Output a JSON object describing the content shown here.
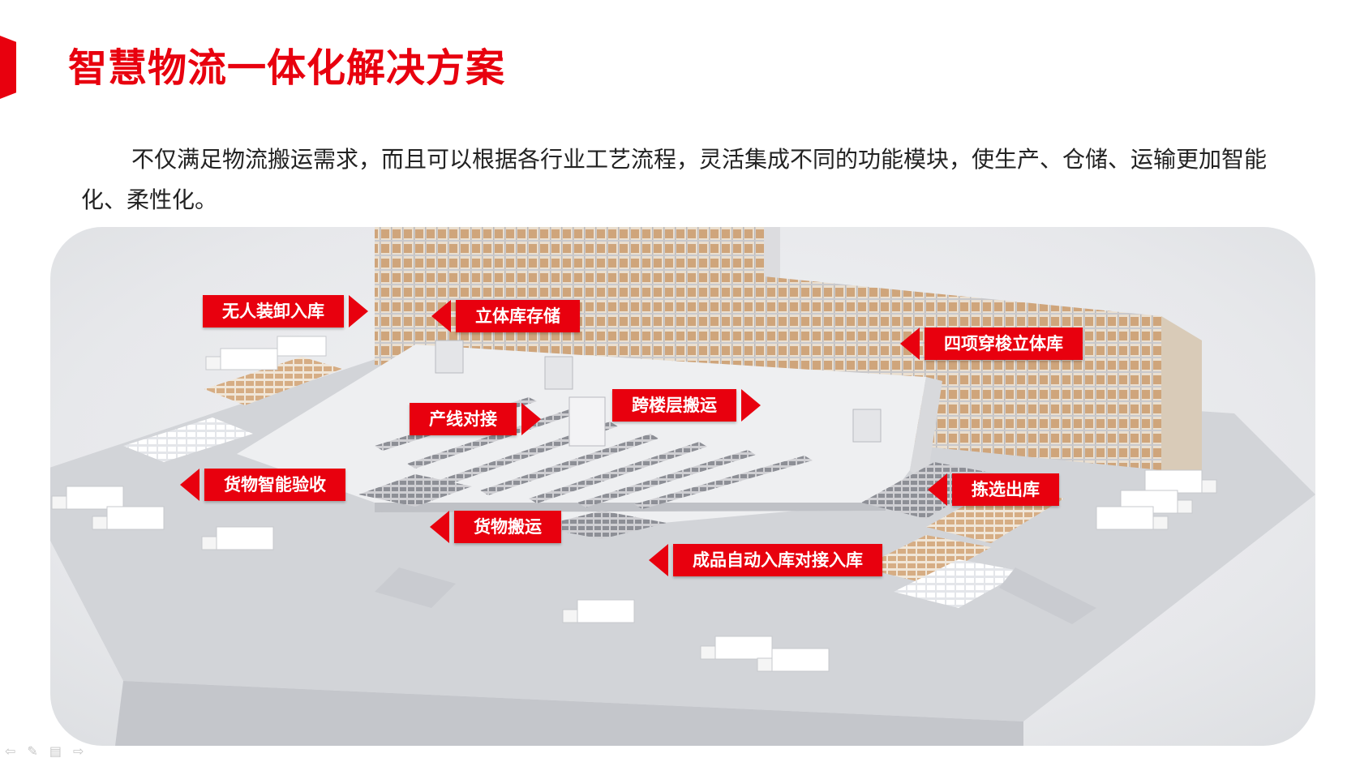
{
  "slide": {
    "title": "智慧物流一体化解决方案",
    "description": "不仅满足物流搬运需求，而且可以根据各行业工艺流程，灵活集成不同的功能模块，使生产、仓储、运输更加智能化、柔性化。"
  },
  "labels": {
    "unmanned_loading": "无人装卸入库",
    "stereo_storage": "立体库存储",
    "four_way_shuttle": "四项穿梭立体库",
    "cross_floor": "跨楼层搬运",
    "line_docking": "产线对接",
    "goods_inspection": "货物智能验收",
    "picking_outbound": "拣选出库",
    "goods_handling": "货物搬运",
    "finished_inbound": "成品自动入库对接入库"
  },
  "colors": {
    "accent": "#e8000e",
    "text": "#222222"
  },
  "nav_icons": [
    "arrow-left-icon",
    "pen-icon",
    "menu-icon",
    "arrow-right-icon"
  ]
}
